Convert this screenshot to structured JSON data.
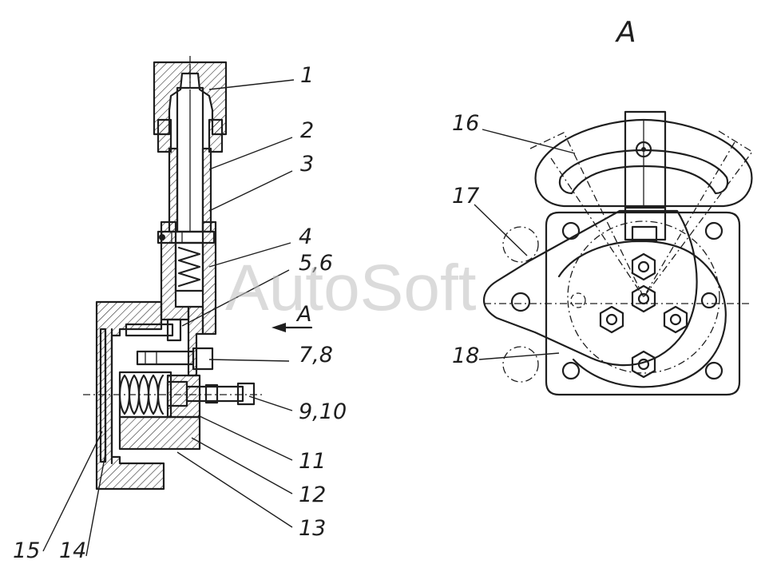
{
  "view_title": "A",
  "arrow_label": "A",
  "watermark": "AutoSoft",
  "labels": {
    "l1": "1",
    "l2": "2",
    "l3": "3",
    "l4": "4",
    "l56": "5,6",
    "l78": "7,8",
    "l910": "9,10",
    "l11": "11",
    "l12": "12",
    "l13": "13",
    "l14": "14",
    "l15": "15",
    "l16": "16",
    "l17": "17",
    "l18": "18"
  }
}
